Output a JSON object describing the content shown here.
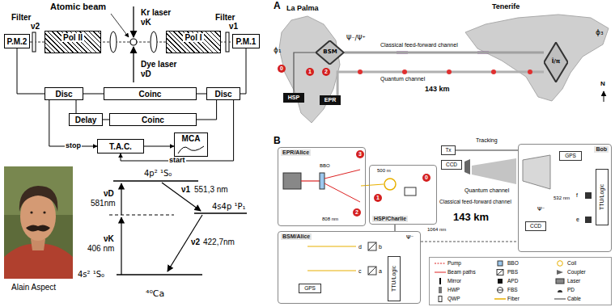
{
  "diagram": {
    "nodes": [
      {
        "text": [
          "P.M.2"
        ]
      },
      {
        "text": [
          "Pol II"
        ]
      },
      {
        "text": [
          "Pol I"
        ]
      },
      {
        "text": [
          "P.M.1"
        ]
      },
      {
        "text": [
          "Disc"
        ]
      },
      {
        "text": [
          "Coinc"
        ]
      },
      {
        "text": [
          "Disc"
        ]
      },
      {
        "text": [
          "Delay"
        ]
      },
      {
        "text": [
          "Coinc"
        ]
      },
      {
        "text": [
          "T.A.C."
        ]
      },
      {
        "text": [
          "MCA"
        ]
      },
      {
        "text": [
          "HSP"
        ]
      },
      {
        "text": [
          "BSM"
        ]
      },
      {
        "text": [
          "EPR"
        ]
      },
      {
        "text": [
          "Î/π"
        ]
      },
      {
        "text": [
          "EPR/Alice"
        ]
      },
      {
        "text": [
          "HSP/Charlie"
        ]
      },
      {
        "text": [
          "BSM/Alice"
        ]
      },
      {
        "text": [
          "TTU/Logic"
        ],
        "in": 17
      },
      {
        "text": [
          "GPS"
        ],
        "in": 17
      },
      {
        "text": [
          "Tx"
        ]
      },
      {
        "text": [
          "CCD"
        ]
      },
      {
        "text": [
          "Bob"
        ]
      },
      {
        "text": [
          "GPS"
        ],
        "in": 22
      },
      {
        "text": [
          "TTU/Logic"
        ],
        "in": 22
      },
      {
        "text": [
          "CCD"
        ],
        "in": 22
      }
    ],
    "edges": [
      {
        "from": 0,
        "to": 4,
        "arrow": "none"
      },
      {
        "from": 3,
        "to": 6,
        "arrow": "none"
      },
      {
        "from": 4,
        "to": 5,
        "arrow": "none"
      },
      {
        "from": 6,
        "to": 5,
        "arrow": "none"
      },
      {
        "from": 4,
        "to": 7,
        "arrow": "none"
      },
      {
        "from": 7,
        "to": 8,
        "arrow": "none"
      },
      {
        "from": 6,
        "to": 8,
        "arrow": "none"
      },
      {
        "from": 4,
        "to": 9,
        "arrow": "to",
        "label": "stop"
      },
      {
        "from": 6,
        "to": 9,
        "arrow": "to",
        "label": "start"
      },
      {
        "from": 9,
        "to": 10,
        "arrow": "to"
      },
      {
        "from": 11,
        "to": 12,
        "arrow": "none"
      },
      {
        "from": 12,
        "to": 14,
        "arrow": "none"
      },
      {
        "from": 13,
        "to": 14,
        "arrow": "none"
      },
      {
        "from": 16,
        "to": 17,
        "arrow": "none"
      },
      {
        "from": 20,
        "to": 22,
        "arrow": "none"
      },
      {
        "from": 17,
        "to": 22,
        "arrow": "none"
      }
    ],
    "labels": [
      "Atomic beam",
      "Filter",
      "ν2",
      "Kr laser",
      "νK",
      "Filter",
      "ν1",
      "Dye laser",
      "νD",
      "4p² ¹S₀",
      "νD",
      "581nm",
      "ν1",
      "551,3 nm",
      "4s4p ¹P₁",
      "νK",
      "406 nm",
      "ν2",
      "422,7nm",
      "4s² ¹S₀",
      "Alain Aspect",
      "⁴⁰Ca",
      "A",
      "La Palma",
      "Tenerife",
      "ϕ₁",
      "0",
      "1",
      "2",
      "Ψ⁻/Ψ⁺",
      "Classical feed-forward channel",
      "Quantum channel",
      "143 km",
      "ϕ₃",
      "N",
      "B",
      "3",
      "BBO",
      "2",
      "808 nm",
      "1",
      "0",
      "500 m",
      "Tracking",
      "Quantum channel",
      "Classical feed-forward channel",
      "143 km",
      "532 nm",
      "1064 nm",
      "a",
      "b",
      "c",
      "d",
      "Ψ⁻",
      "e",
      "f",
      "Ψ⁻"
    ],
    "legend": [
      {
        "text": "Pump"
      },
      {
        "text": "Beam paths"
      },
      {
        "text": "Mirror"
      },
      {
        "text": "HWP"
      },
      {
        "text": "QWP"
      },
      {
        "text": "BBO"
      },
      {
        "text": "PBS"
      },
      {
        "text": "APD"
      },
      {
        "text": "FBS"
      },
      {
        "text": "Fiber"
      },
      {
        "text": "Coil"
      },
      {
        "text": "Coupler"
      },
      {
        "text": "Laser"
      },
      {
        "text": "PD"
      },
      {
        "text": "Cable"
      }
    ]
  }
}
